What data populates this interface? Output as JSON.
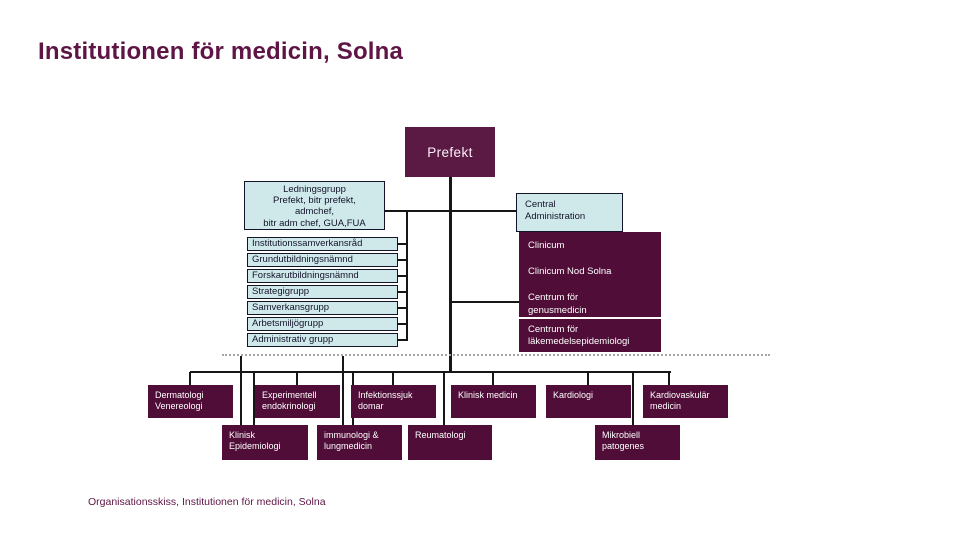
{
  "title": "Institutionen för medicin, Solna",
  "footer": "Organisationsskiss, Institutionen för medicin, Solna",
  "colors": {
    "plum_dark": "#4f0d37",
    "plum_medium": "#5b1a44",
    "light_cyan": "#cfe9ea",
    "title_text": "#5e1545",
    "line": "#161616"
  },
  "chart": {
    "prefekt_label": "Prefekt",
    "ledningsgrupp_label": "Ledningsgrupp\nPrefekt, bitr prefekt,\nadmchef,\nbitr adm chef, GUA,FUA",
    "central_administration_label": "Central\nAdministration",
    "councils": [
      "Institutionssamverkansråd",
      "Grundutbildningsnämnd",
      "Forskarutbildningsnämnd",
      "Strategigrupp",
      "Samverkansgrupp",
      "Arbetsmiljögrupp",
      "Administrativ grupp"
    ],
    "centers_label": "Clinicum\n\nClinicum Nod Solna\n\nCentrum för\ngenusmedicin",
    "center_epidemiology_label": "Centrum för\nläkemedelsepidemiologi",
    "divisions_row1": [
      "Dermatologi\nVenereologi",
      "Experimentell\nendokrinologi",
      "Infektionssjuk\ndomar",
      "Klinisk medicin",
      "Kardiologi",
      "Kardiovaskulär\nmedicin"
    ],
    "divisions_row2": [
      "Klinisk\nEpidemiologi",
      "immunologi &\nlungmedicin",
      "Reumatologi",
      "Mikrobiell\npatogenes"
    ]
  }
}
